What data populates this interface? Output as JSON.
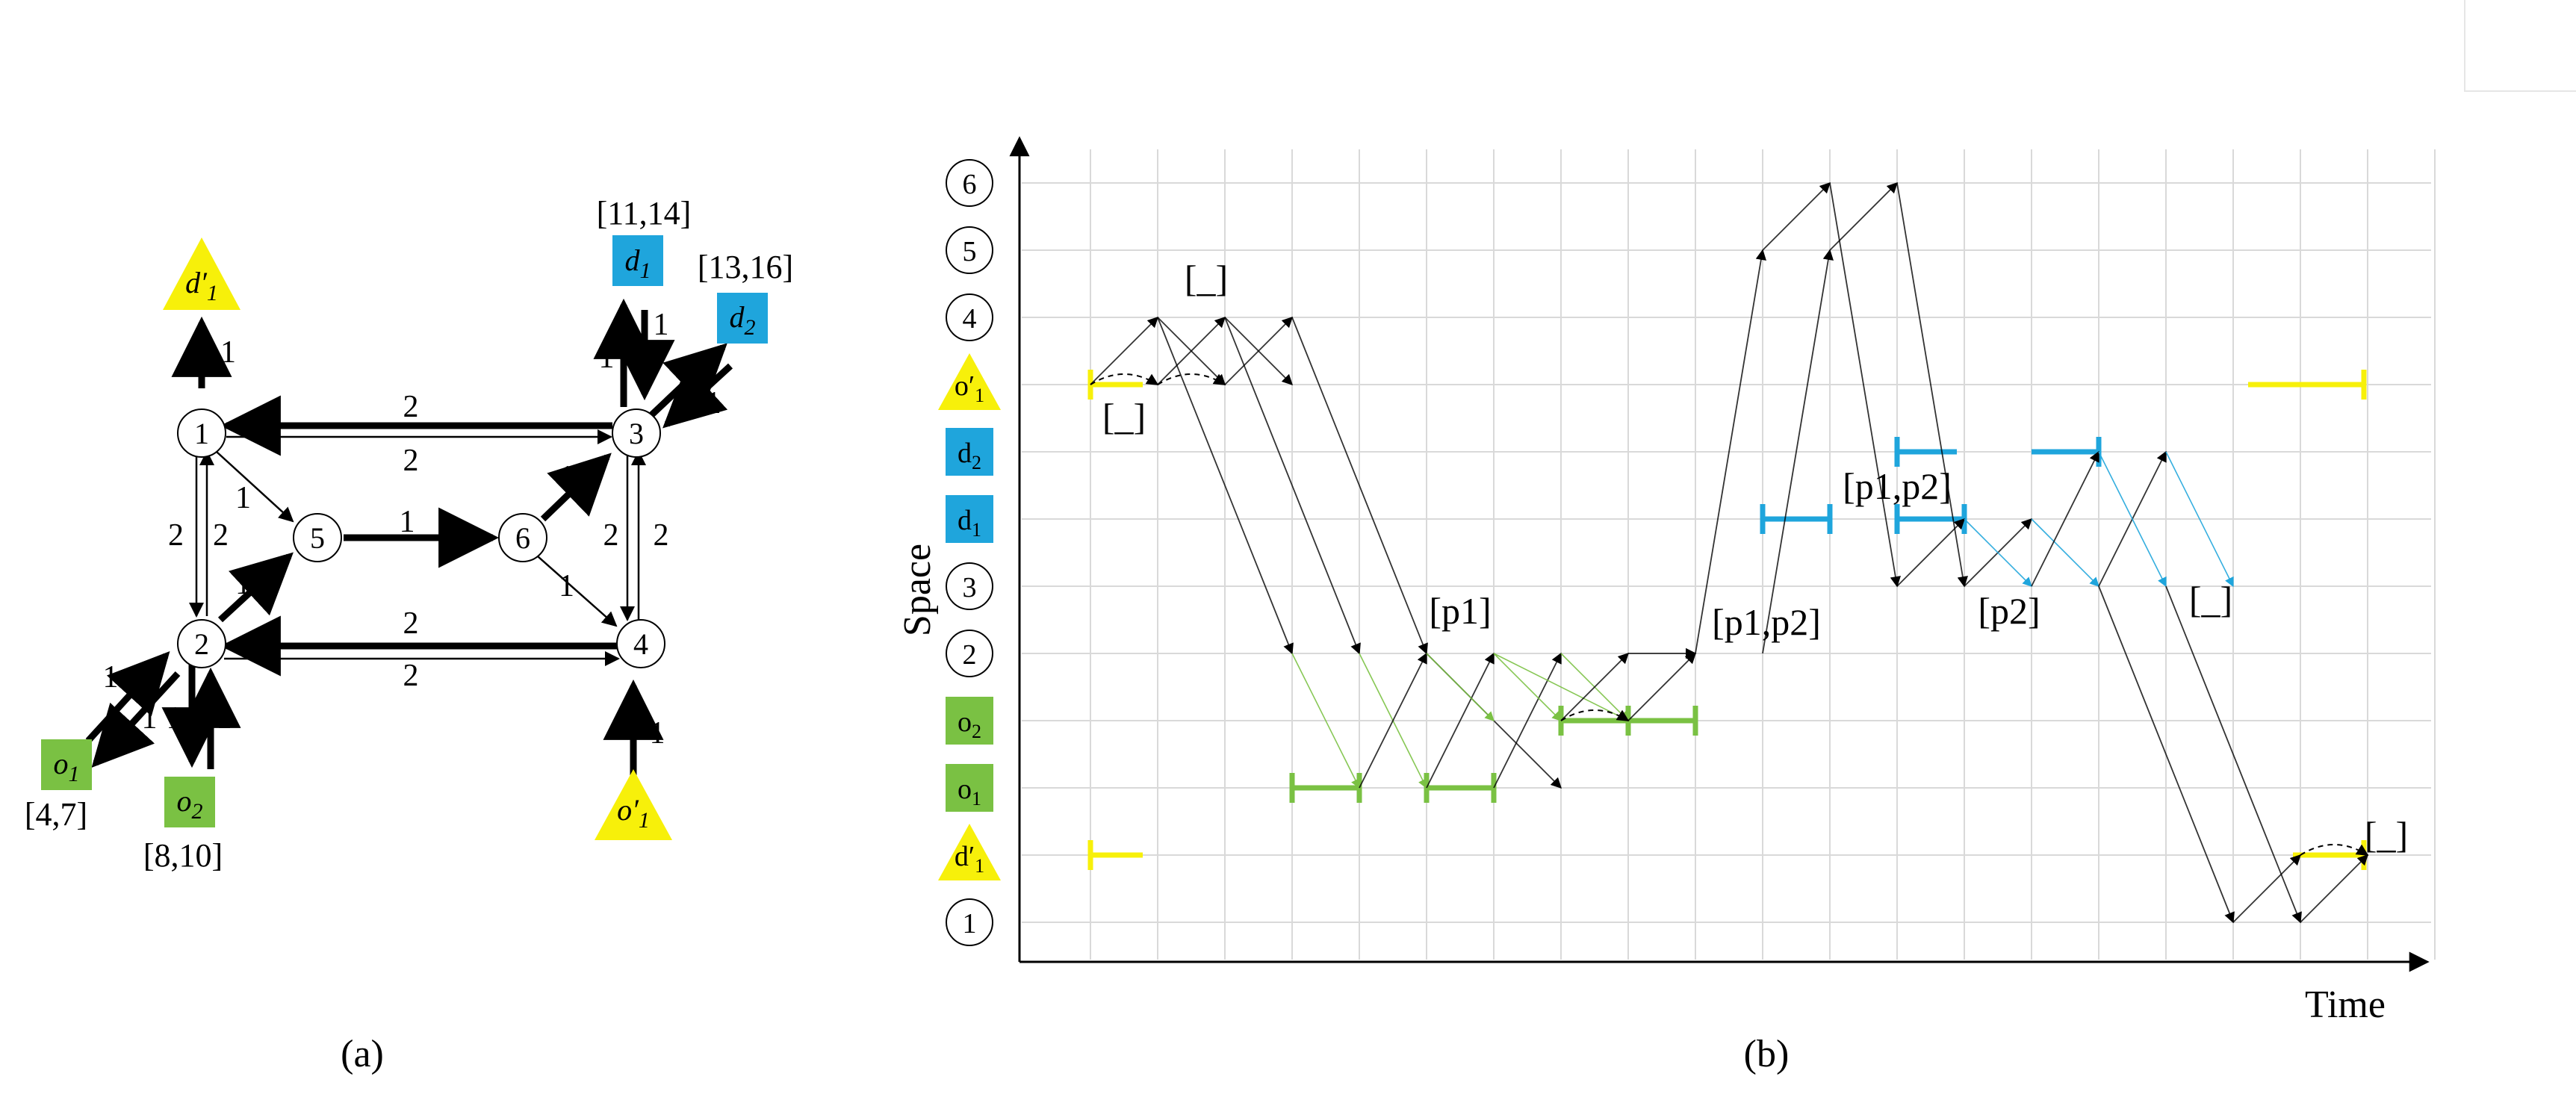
{
  "colors": {
    "origin_green": "#7ac143",
    "dest_blue": "#1fa5dc",
    "depot_yellow": "#f7f00a",
    "line": "#000000",
    "grid": "#d9d9d9",
    "arc_gray": "#666666"
  },
  "left": {
    "caption": "(a)",
    "nodes": [
      {
        "id": "n1",
        "label": "1"
      },
      {
        "id": "n2",
        "label": "2"
      },
      {
        "id": "n3",
        "label": "3"
      },
      {
        "id": "n4",
        "label": "4"
      },
      {
        "id": "n5",
        "label": "5"
      },
      {
        "id": "n6",
        "label": "6"
      }
    ],
    "special_nodes": [
      {
        "id": "dprime1",
        "label": "d′",
        "sub": "1",
        "kind": "depot"
      },
      {
        "id": "oprime1",
        "label": "o′",
        "sub": "1",
        "kind": "depot"
      },
      {
        "id": "d1",
        "label": "d",
        "sub": "1",
        "kind": "dest",
        "window": "[11,14]"
      },
      {
        "id": "d2",
        "label": "d",
        "sub": "2",
        "kind": "dest",
        "window": "[13,16]"
      },
      {
        "id": "o1",
        "label": "o",
        "sub": "1",
        "kind": "origin",
        "window": "[4,7]"
      },
      {
        "id": "o2",
        "label": "o",
        "sub": "2",
        "kind": "origin",
        "window": "[8,10]"
      }
    ],
    "edge_weights": {
      "e_1_dp": "1",
      "e_13_a": "2",
      "e_13_b": "2",
      "e_15": "1",
      "e_12_a": "2",
      "e_12_b": "2",
      "e_56": "1",
      "e_25": "1",
      "e_63": "1",
      "e_64": "1",
      "e_34_a": "2",
      "e_34_b": "2",
      "e_24_a": "2",
      "e_24_b": "2",
      "e_3d1_a": "1",
      "e_3d1_b": "1",
      "e_3d2_a": "1",
      "e_3d2_b": "1",
      "e_o14": "1",
      "e_2o1_a": "1",
      "e_2o1_b": "1",
      "e_2o2_a": "1",
      "e_2o2_b": "1"
    }
  },
  "right": {
    "caption": "(b)",
    "xlabel": "Time",
    "ylabel": "Space",
    "rows": [
      {
        "key": "r6",
        "label": "6",
        "kind": "node"
      },
      {
        "key": "r5",
        "label": "5",
        "kind": "node"
      },
      {
        "key": "r4",
        "label": "4",
        "kind": "node"
      },
      {
        "key": "ro1p",
        "label": "o′",
        "sub": "1",
        "kind": "depot"
      },
      {
        "key": "rd2",
        "label": "d",
        "sub": "2",
        "kind": "dest"
      },
      {
        "key": "rd1",
        "label": "d",
        "sub": "1",
        "kind": "dest"
      },
      {
        "key": "r3",
        "label": "3",
        "kind": "node"
      },
      {
        "key": "r2",
        "label": "2",
        "kind": "node"
      },
      {
        "key": "ro2",
        "label": "o",
        "sub": "2",
        "kind": "origin"
      },
      {
        "key": "ro1",
        "label": "o",
        "sub": "1",
        "kind": "origin"
      },
      {
        "key": "rd1p",
        "label": "d′",
        "sub": "1",
        "kind": "depot"
      },
      {
        "key": "r1",
        "label": "1",
        "kind": "node"
      }
    ],
    "state_labels": {
      "s_empty_top": "[_]",
      "s_empty_start": "[_]",
      "s_p1": "[p1]",
      "s_p1p2_low": "[p1,p2]",
      "s_p1p2_high": "[p1,p2]",
      "s_p2": "[p2]",
      "s_empty_after": "[_]",
      "s_empty_end": "[_]"
    }
  }
}
